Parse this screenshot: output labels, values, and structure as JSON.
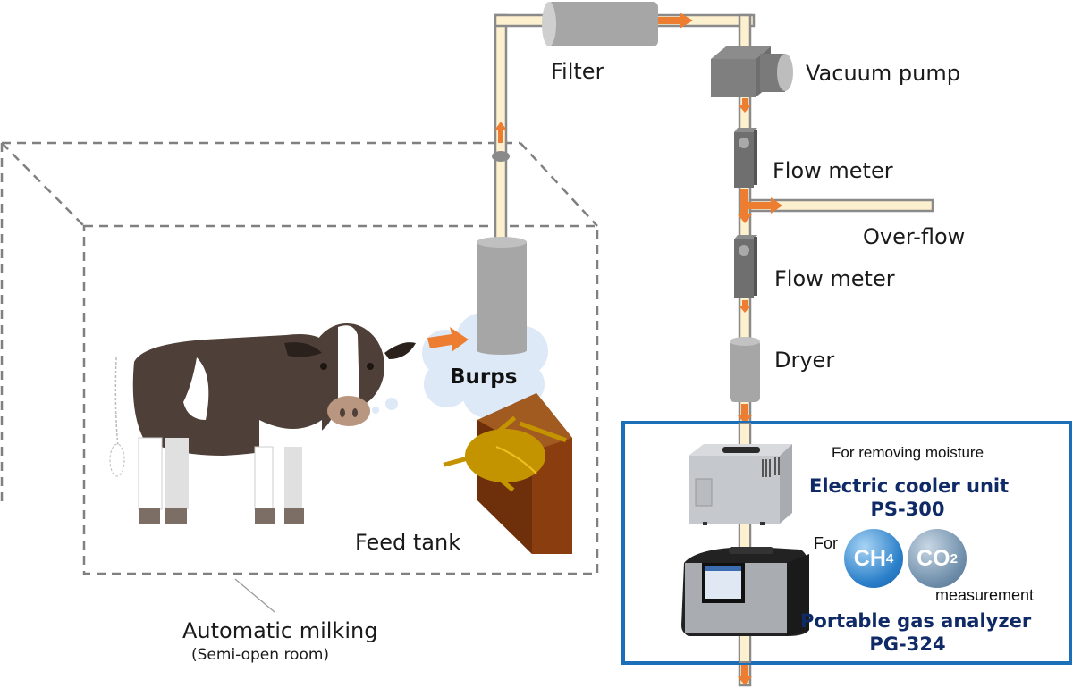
{
  "labels": {
    "filter": "Filter",
    "vacuum_pump": "Vacuum pump",
    "flow_meter_1": "Flow meter",
    "over_flow": "Over-flow",
    "flow_meter_2": "Flow meter",
    "dryer": "Dryer",
    "burps": "Burps",
    "feed_tank": "Feed tank",
    "room_title": "Automatic milking",
    "room_subtitle": "(Semi-open room)"
  },
  "equipment_panel": {
    "moisture_note": "For removing moisture",
    "cooler_name": "Electric cooler unit",
    "cooler_model": "PS-300",
    "for_label": "For",
    "gases": [
      {
        "formula": "CH",
        "subscript": "4"
      },
      {
        "formula": "CO",
        "subscript": "2"
      }
    ],
    "measurement_label": "measurement",
    "analyzer_name": "Portable gas analyzer",
    "analyzer_model": "PG-324",
    "border_color": "#1a6fb8"
  },
  "colors": {
    "pipe_fill": "#fdf0cf",
    "pipe_stroke": "#8a8a8a",
    "flow_arrow": "#ed7d31",
    "title_navy": "#0f2a66"
  }
}
